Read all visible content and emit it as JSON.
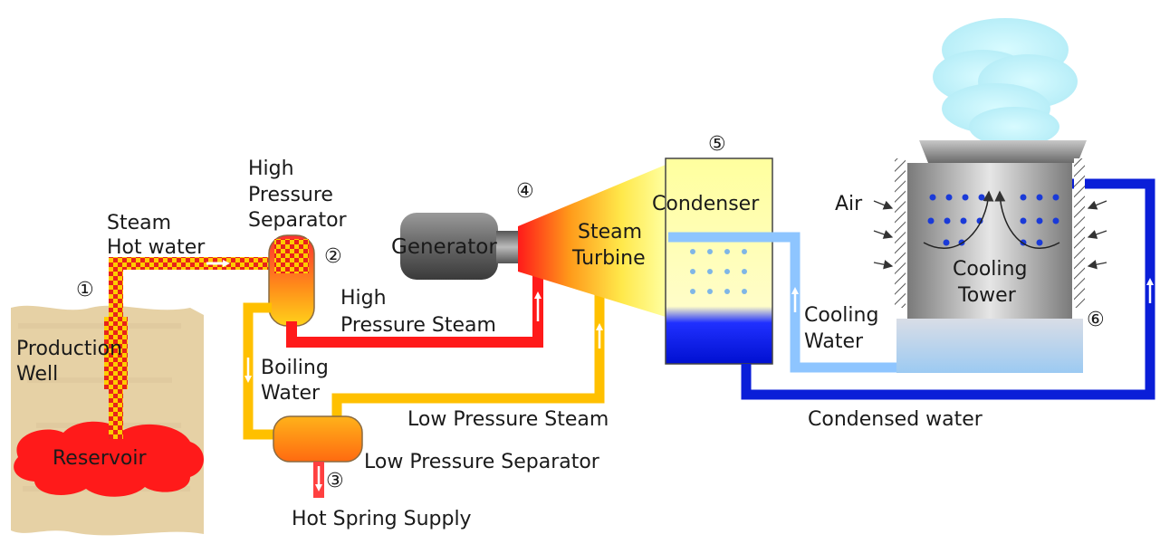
{
  "steps": {
    "s1": "①",
    "s2": "②",
    "s3": "③",
    "s4": "④",
    "s5": "⑤",
    "s6": "⑥"
  },
  "labels": {
    "production_well_1": "Production",
    "production_well_2": "Well",
    "reservoir": "Reservoir",
    "steam": "Steam",
    "hot_water": "Hot water",
    "hp_separator_1": "High",
    "hp_separator_2": "Pressure",
    "hp_separator_3": "Separator",
    "hp_steam_1": "High",
    "hp_steam_2": "Pressure Steam",
    "boiling_water_1": "Boiling",
    "boiling_water_2": "Water",
    "lp_steam": "Low Pressure Steam",
    "lp_separator": "Low Pressure Separator",
    "hot_spring": "Hot Spring Supply",
    "generator": "Generator",
    "turbine_1": "Steam",
    "turbine_2": "Turbine",
    "condenser": "Condenser",
    "cooling_water_1": "Cooling",
    "cooling_water_2": "Water",
    "condensed_water": "Condensed water",
    "air": "Air",
    "tower_1": "Cooling",
    "tower_2": "Tower"
  },
  "colors": {
    "steam_hp": "#ff1a1a",
    "steam_lp": "#ffc000",
    "hot_water_check": "#ffcc00",
    "cooling_water": "#8ec5ff",
    "condensed_water": "#0a1ed8",
    "reservoir": "#ff1a1a",
    "ground": "#e8d3a8"
  },
  "icons": {
    "generator": "generator-icon",
    "turbine": "steam-turbine-icon",
    "condenser": "condenser-icon",
    "cooling_tower": "cooling-tower-icon",
    "separator": "separator-vessel-icon"
  }
}
